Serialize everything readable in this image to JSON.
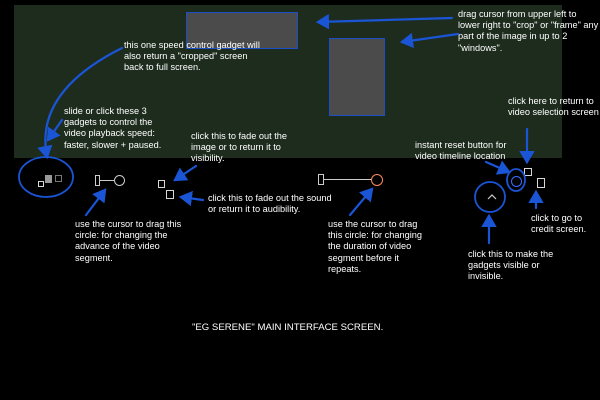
{
  "screen": {
    "title": "\"EG SERENE\" MAIN INTERFACE SCREEN."
  },
  "annotations": {
    "crop": "drag cursor from upper left to lower right to \"crop\" or \"frame\" any part of the image in up to 2 \"windows\".",
    "speed_crop": "this one speed control gadget will also return a \"cropped\" screen back to full screen.",
    "speed_gadgets": "slide or click these 3 gadgets to control the video playback speed: faster, slower + paused.",
    "fade_image": "click this to fade out the image or to return it to visibility.",
    "fade_sound": "click this to fade out the sound or return it to audibility.",
    "advance": "use the cursor to drag this circle: for changing the advance of the video segment.",
    "duration": "use the cursor to drag this circle: for changing the duration of video segment before it repeats.",
    "reset": "instant reset button for video timeline location",
    "return": "click here to return to video selection screen",
    "credit": "click to go to credit screen.",
    "visibility": "click this to make the gadgets visible or invisible."
  },
  "colors": {
    "video_area": "#1e2c1e",
    "annotation_blue": "#1a55d6",
    "window_fill": "#4b4b4b",
    "duration_circle": "#ff8a5c"
  },
  "icons": {
    "visibility_toggle": "chevron-up-icon"
  }
}
